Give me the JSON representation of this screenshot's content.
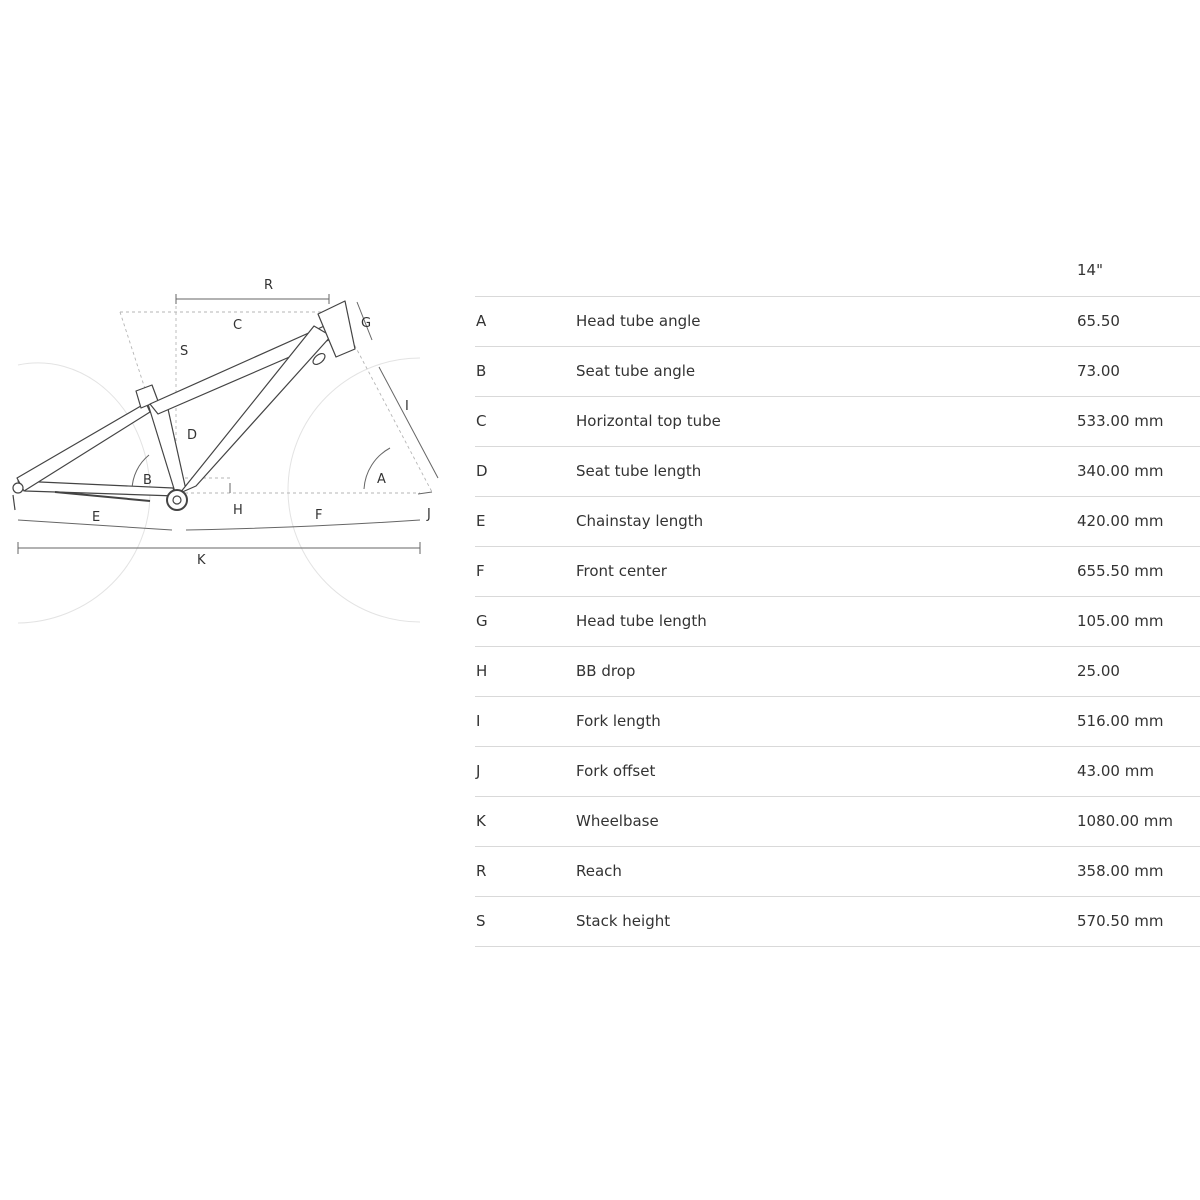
{
  "diagram": {
    "labels": {
      "r": "R",
      "c": "C",
      "s": "S",
      "g": "G",
      "i": "I",
      "d": "D",
      "a": "A",
      "b": "B",
      "e": "E",
      "h": "H",
      "f": "F",
      "j": "J",
      "k": "K"
    }
  },
  "table": {
    "size_header": "14\"",
    "rows": [
      {
        "key": "A",
        "label": "Head tube angle",
        "value": "65.50"
      },
      {
        "key": "B",
        "label": "Seat tube angle",
        "value": "73.00"
      },
      {
        "key": "C",
        "label": "Horizontal top tube",
        "value": "533.00 mm"
      },
      {
        "key": "D",
        "label": "Seat tube length",
        "value": "340.00 mm"
      },
      {
        "key": "E",
        "label": "Chainstay length",
        "value": "420.00 mm"
      },
      {
        "key": "F",
        "label": "Front center",
        "value": "655.50 mm"
      },
      {
        "key": "G",
        "label": "Head tube length",
        "value": "105.00 mm"
      },
      {
        "key": "H",
        "label": "BB drop",
        "value": "25.00"
      },
      {
        "key": "I",
        "label": "Fork length",
        "value": "516.00 mm"
      },
      {
        "key": "J",
        "label": "Fork offset",
        "value": "43.00 mm"
      },
      {
        "key": "K",
        "label": "Wheelbase",
        "value": "1080.00 mm"
      },
      {
        "key": "R",
        "label": "Reach",
        "value": "358.00 mm"
      },
      {
        "key": "S",
        "label": "Stack height",
        "value": "570.50 mm"
      }
    ]
  }
}
